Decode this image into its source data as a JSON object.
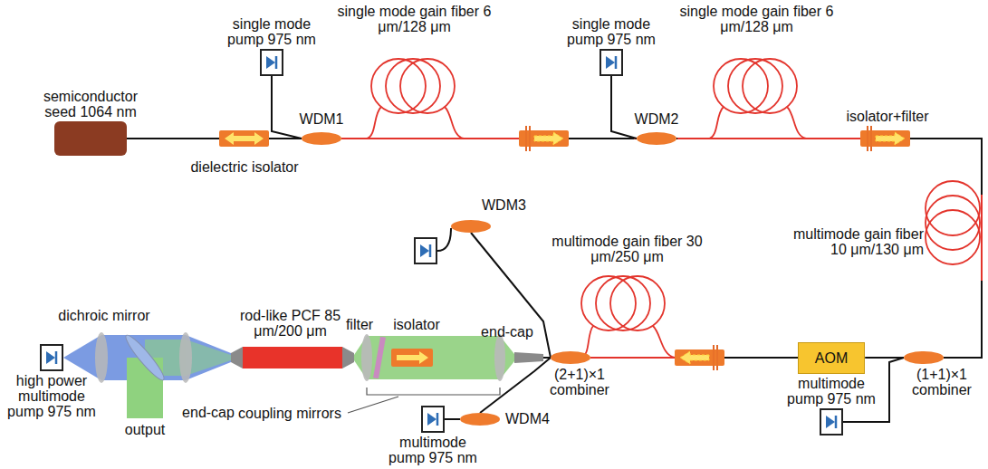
{
  "diagram": {
    "nodes": [
      {
        "text": [
          "semiconductor seed 1064 nm"
        ]
      },
      {
        "text": [
          "single mode pump 975 nm"
        ]
      },
      {
        "text": [
          "WDM1"
        ]
      },
      {
        "text": [
          "single mode pump 975 nm"
        ]
      },
      {
        "text": [
          "WDM2"
        ]
      },
      {
        "text": [
          "(1+1)×1 combiner"
        ]
      },
      {
        "text": [
          "multimode pump 975 nm"
        ]
      },
      {
        "text": [
          "AOM"
        ]
      },
      {
        "text": [
          "(2+1)×1 combiner"
        ]
      },
      {
        "text": [
          "WDM3"
        ]
      },
      {
        "text": [
          "WDM4"
        ]
      },
      {
        "text": [
          "multimode pump 975 nm"
        ]
      },
      {
        "text": [
          "high power multimode pump 975 nm"
        ]
      }
    ],
    "edges": [
      {
        "from": 0,
        "to": 2,
        "arrow": "none"
      },
      {
        "from": 1,
        "to": 2,
        "arrow": "none"
      },
      {
        "from": 2,
        "to": 4,
        "arrow": "none"
      },
      {
        "from": 3,
        "to": 4,
        "arrow": "none"
      },
      {
        "from": 4,
        "to": 5,
        "arrow": "none"
      },
      {
        "from": 6,
        "to": 5,
        "arrow": "none"
      },
      {
        "from": 5,
        "to": 7,
        "arrow": "none"
      },
      {
        "from": 7,
        "to": 8,
        "arrow": "none"
      },
      {
        "from": 9,
        "to": 8,
        "arrow": "none"
      },
      {
        "from": 10,
        "to": 8,
        "arrow": "none"
      },
      {
        "from": 11,
        "to": 10,
        "arrow": "none"
      }
    ],
    "labels": [
      "dielectric isolator",
      "single mode gain fiber 6 μm/128 μm",
      "single mode gain fiber 6 μm/128 μm",
      "isolator+filter",
      "multimode gain fiber 10 μm/130 μm",
      "multimode gain fiber 30 μm/250 μm",
      "rod-like PCF 85 μm/200 μm",
      "filter",
      "isolator",
      "end-cap",
      "dichroic mirror",
      "end-cap",
      "output",
      "coupling mirrors"
    ]
  }
}
